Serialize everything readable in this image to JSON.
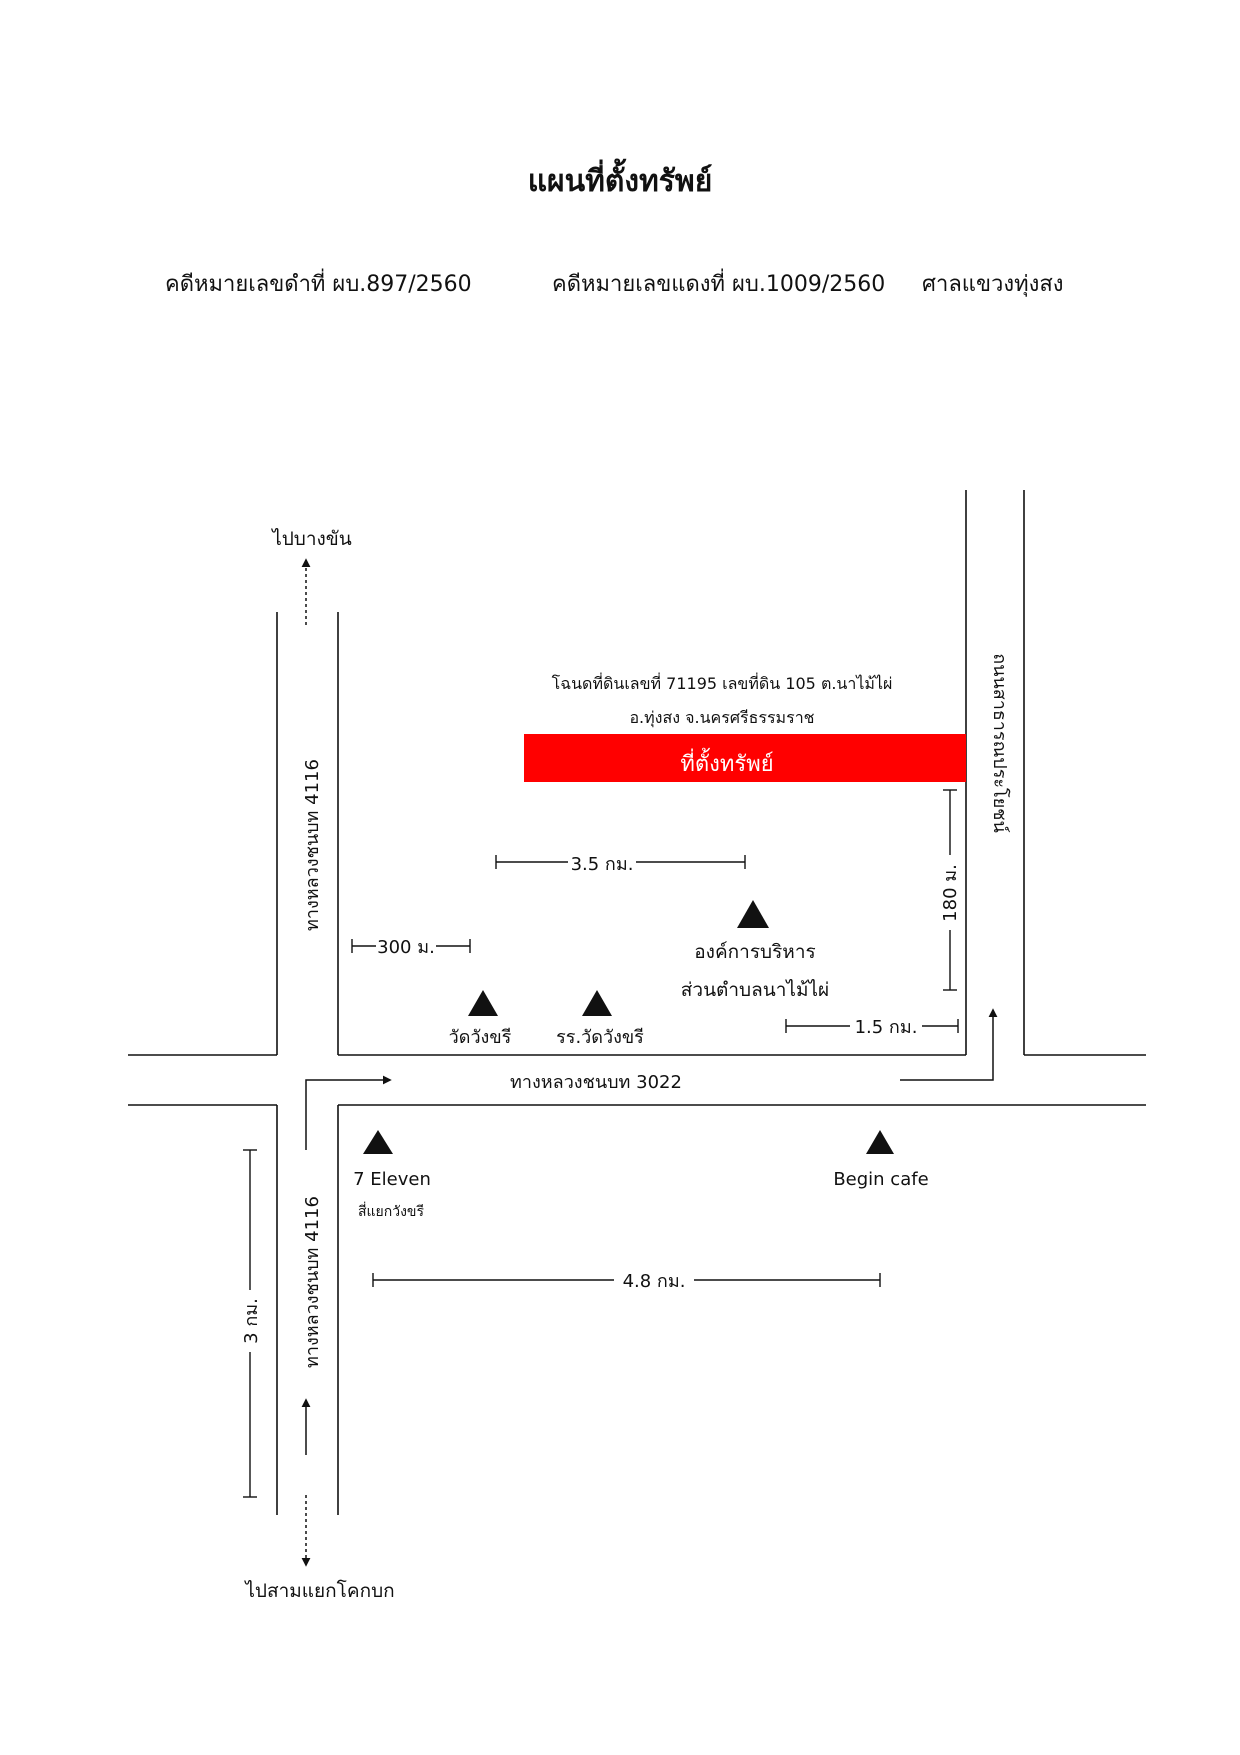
{
  "header": {
    "title": "แผนที่ตั้งทรัพย์",
    "black_case": "คดีหมายเลขดำที่ ผบ.897/2560",
    "red_case": "คดีหมายเลขแดงที่ ผบ.1009/2560",
    "court": "ศาลแขวงทุ่งสง"
  },
  "roads": {
    "hwy_4116_upper": "ทางหลวงชนบท 4116",
    "hwy_4116_lower": "ทางหลวงชนบท 4116",
    "hwy_3022": "ทางหลวงชนบท 3022",
    "public_road": "ถนนสาธารณประโยชน์"
  },
  "directions": {
    "north": "ไปบางขัน",
    "south": "ไปสามแยกโคกบก"
  },
  "property": {
    "deed_line1": "โฉนดที่ดินเลขที่ 71195 เลขที่ดิน 105 ต.นาไม้ไผ่",
    "deed_line2": "อ.ทุ่งสง จ.นครศรีธรรมราช",
    "label": "ที่ตั้งทรัพย์",
    "color": "#ff0000"
  },
  "landmarks": {
    "wat": "วัดวังขรี",
    "school": "รร.วัดวังขรี",
    "sao_line1": "องค์การบริหาร",
    "sao_line2": "ส่วนตำบลนาไม้ไผ่",
    "seven": "7 Eleven",
    "seven_sub": "สี่แยกวังขรี",
    "cafe": "Begin cafe"
  },
  "distances": {
    "d_3_5km": "3.5 กม.",
    "d_300m": "300 ม.",
    "d_180m": "180 ม.",
    "d_1_5km": "1.5 กม.",
    "d_4_8km": "4.8 กม.",
    "d_3km": "3 กม."
  }
}
